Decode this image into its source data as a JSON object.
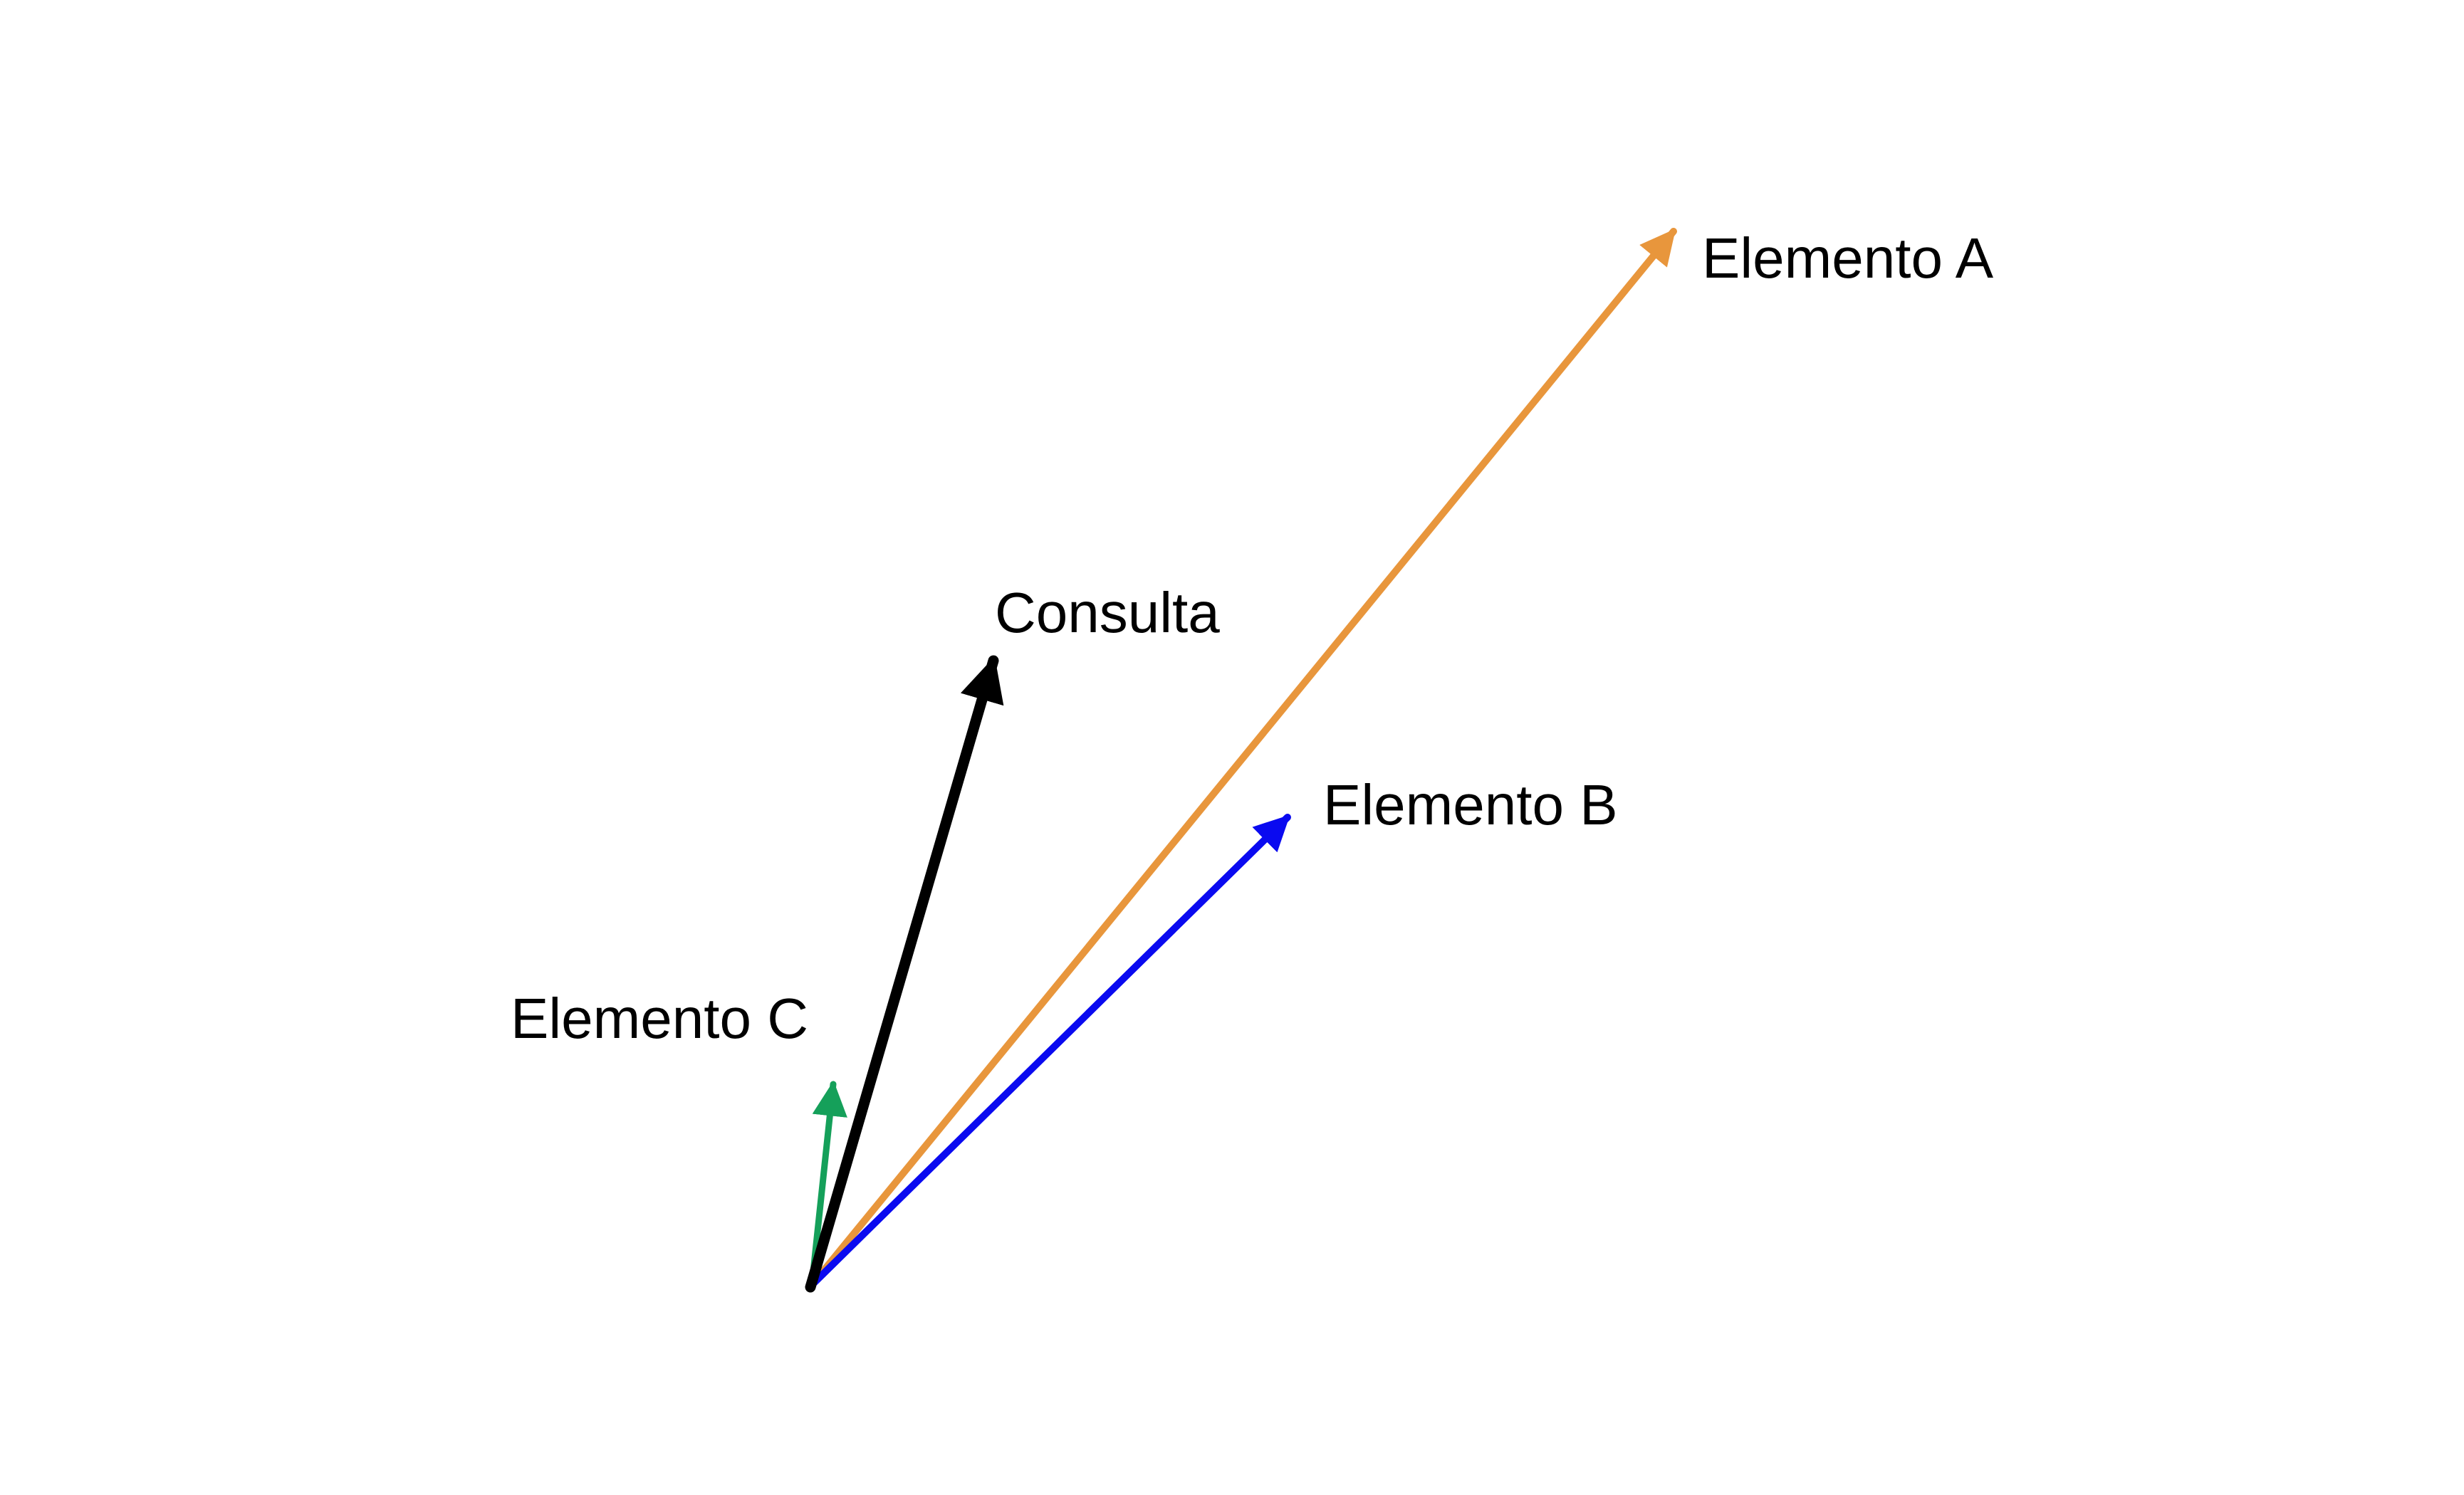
{
  "diagram": {
    "type": "vector-diagram",
    "background": "#ffffff",
    "vectors": [
      {
        "id": "elemento-a",
        "label": "Elemento A",
        "color": "#E8963C"
      },
      {
        "id": "elemento-b",
        "label": "Elemento B",
        "color": "#0A0AF0"
      },
      {
        "id": "consulta",
        "label": "Consulta",
        "color": "#000000"
      },
      {
        "id": "elemento-c",
        "label": "Elemento C",
        "color": "#15A05A"
      }
    ]
  }
}
